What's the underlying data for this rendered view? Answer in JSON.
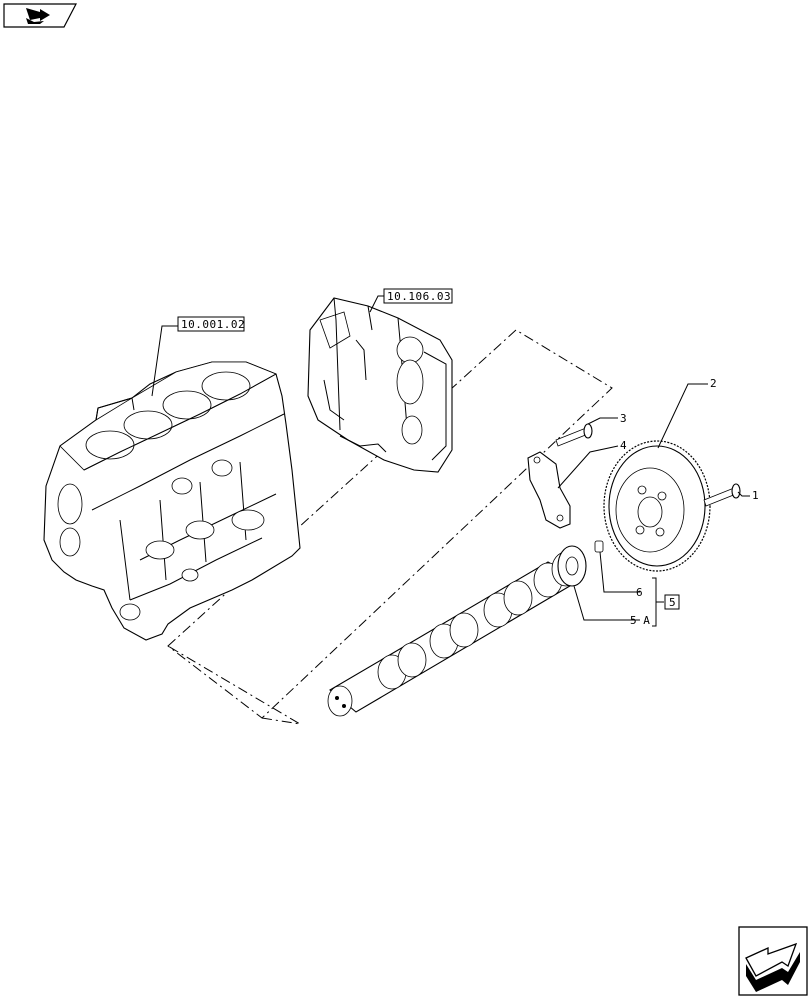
{
  "references": {
    "block": "10.001.02",
    "cover": "10.106.03"
  },
  "callouts": {
    "c1": "1",
    "c2": "2",
    "c3": "3",
    "c4": "4",
    "c5": "5",
    "c5a": "5 A",
    "c6": "6"
  },
  "icons": {
    "top_left": "previous-page-arrow-icon",
    "bottom_right": "next-page-arrow-icon"
  },
  "colors": {
    "ink": "#000000",
    "paper": "#ffffff"
  }
}
